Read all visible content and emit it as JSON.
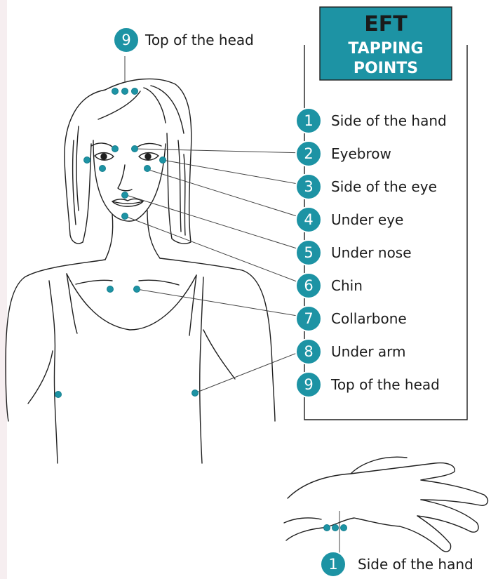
{
  "colors": {
    "accent": "#1d93a4",
    "accent_dark": "#167f8f",
    "line": "#1f1f1f",
    "strip": "#f6eef0"
  },
  "title": {
    "line1": "EFT",
    "line2": "TAPPING",
    "line3": "POINTS"
  },
  "points": [
    {
      "num": "1",
      "label": "Side of the hand"
    },
    {
      "num": "2",
      "label": "Eyebrow"
    },
    {
      "num": "3",
      "label": "Side of the eye"
    },
    {
      "num": "4",
      "label": "Under eye"
    },
    {
      "num": "5",
      "label": "Under nose"
    },
    {
      "num": "6",
      "label": "Chin"
    },
    {
      "num": "7",
      "label": "Collarbone"
    },
    {
      "num": "8",
      "label": "Under arm"
    },
    {
      "num": "9",
      "label": "Top of the head"
    }
  ],
  "top_callout": {
    "num": "9",
    "label": "Top of the head"
  },
  "hand_callout": {
    "num": "1",
    "label": "Side of the hand"
  }
}
